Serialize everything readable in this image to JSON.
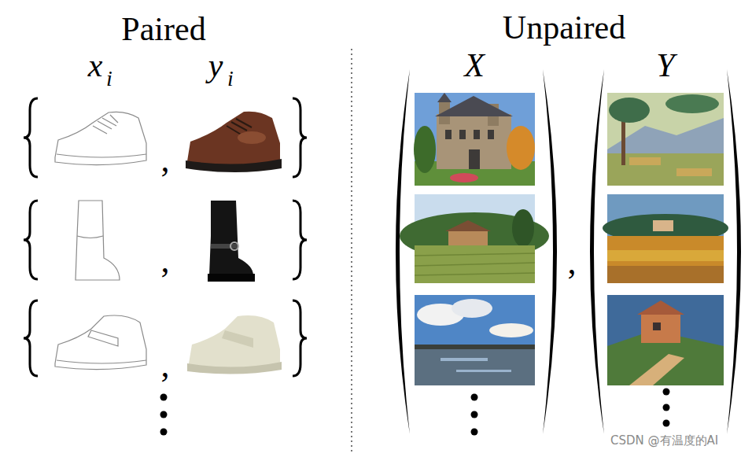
{
  "diagram": {
    "labels": [
      "Paired",
      "x",
      "i",
      "y",
      "i",
      ",",
      ",",
      ",",
      "Unpaired",
      "X",
      "Y",
      ",",
      "CSDN @有温度的AI"
    ]
  }
}
